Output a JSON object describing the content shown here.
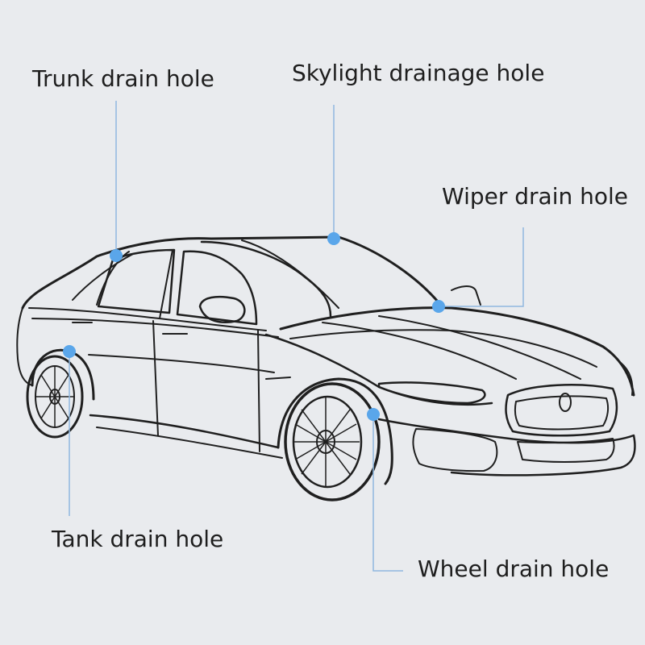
{
  "labels": {
    "trunk": "Trunk drain hole",
    "skylight": "Skylight drainage hole",
    "wiper": "Wiper drain hole",
    "tank": "Tank drain hole",
    "wheel": "Wheel drain hole"
  },
  "colors": {
    "background": "#e9ebee",
    "outline": "#1f1f1f",
    "leader": "#8fb8df",
    "dot": "#5aa6ea"
  }
}
